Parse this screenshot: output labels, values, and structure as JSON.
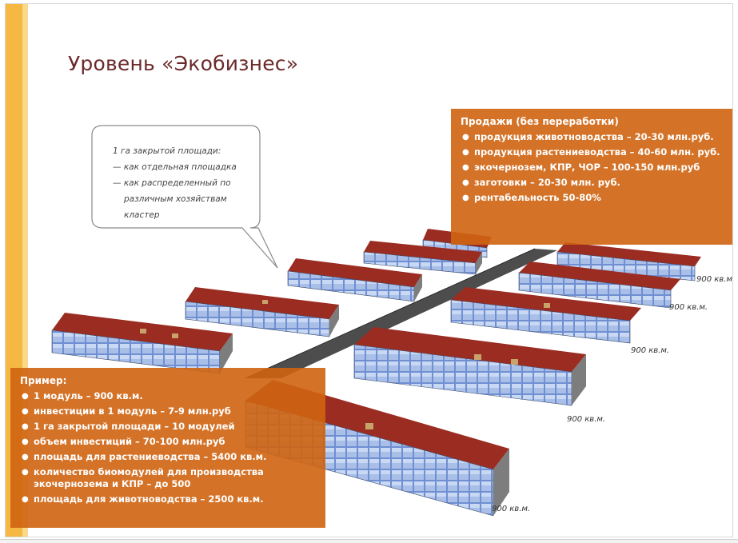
{
  "slide": {
    "title": "Уровень «Экобизнес»"
  },
  "callout": {
    "lines": [
      "1 га закрытой площади:",
      "— как отдельная площадка",
      "— как распределенный по",
      "различным хозяйствам",
      "кластер"
    ]
  },
  "sales": {
    "heading": "Продажи (без переработки)",
    "items": [
      "продукция животноводства – 20-30 млн.руб.",
      "продукция растениеводства – 40-60 млн. руб.",
      "экочернозем, КПР, ЧОР – 100-150 млн.руб",
      "заготовки – 20-30 млн. руб.",
      "рентабельность 50-80%"
    ]
  },
  "example": {
    "heading": "Пример:",
    "items": [
      "1 модуль – 900 кв.м.",
      "инвестиции в 1 модуль – 7-9 млн.руб",
      "1 га закрытой площади – 10 модулей",
      "объем инвестиций – 70-100 млн.руб",
      "площадь для растениеводства – 5400 кв.м.",
      "количество биомодулей для производства экочернозема и КПР – до 500",
      "площадь для животноводства – 2500 кв.м."
    ]
  },
  "area_labels": [
    "900 кв.м.",
    "900 кв.м.",
    "900 кв.м.",
    "900 кв.м.",
    "900 кв.м."
  ],
  "colors": {
    "panel": "#cf6411",
    "roof": "#9b2c22",
    "glass": "#5f7fc4",
    "road": "#4a4a4a",
    "accent_stripe": "#f4b843"
  }
}
